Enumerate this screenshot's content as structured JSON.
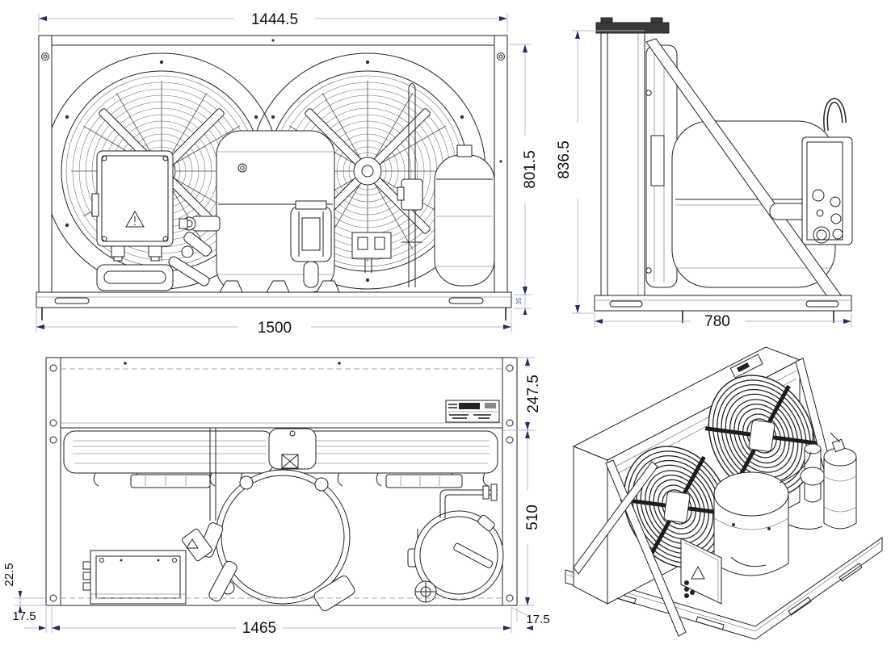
{
  "drawing_type": "condensing-unit-technical-drawing",
  "dims": {
    "front": {
      "top_width": "1444.5",
      "overall_width": "1500",
      "height": "801.5",
      "base_height": "35"
    },
    "side": {
      "height": "836.5",
      "depth": "780"
    },
    "top": {
      "condenser_depth": "247.5",
      "chassis_depth": "510",
      "foot_offset": "22.5",
      "margin_left": "17.5",
      "inner_width": "1465",
      "margin_right": "17.5"
    }
  },
  "icons": {
    "warning": "exclamation-triangle",
    "nameplate": "rating-label"
  },
  "colors": {
    "line": "#222222",
    "dim_line": "#b3b8cf",
    "dim_arrow": "#252c5e",
    "text": "#101010",
    "background": "#ffffff"
  }
}
